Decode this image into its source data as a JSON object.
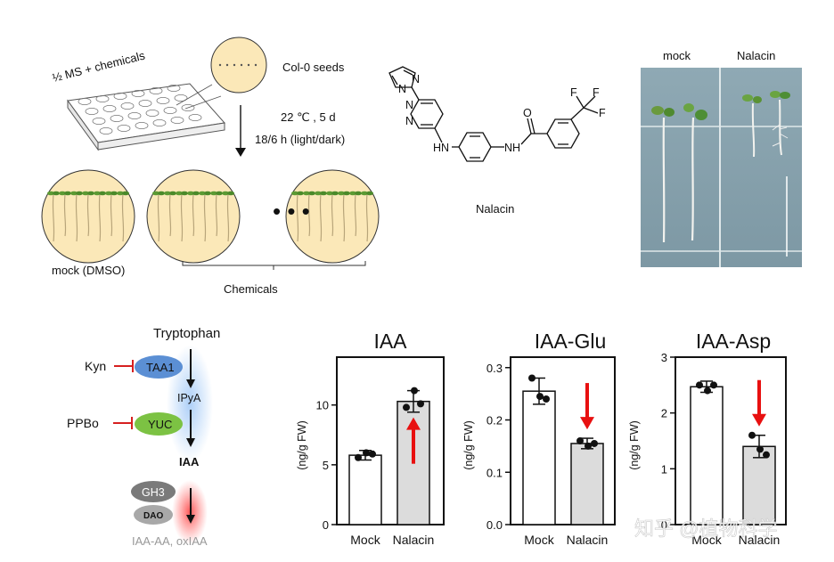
{
  "screening": {
    "plate_label": "½ MS + chemicals",
    "seed_label": "Col-0 seeds",
    "condition_temp": "22 ℃ , 5 d",
    "condition_light": "18/6 h (light/dark)",
    "ellipsis": "• • •",
    "mock_label": "mock (DMSO)",
    "chemicals_label": "Chemicals"
  },
  "molecule": {
    "name": "Nalacin",
    "atoms": [
      "N",
      "N",
      "N",
      "N",
      "HN",
      "NH",
      "O",
      "F",
      "F",
      "F"
    ]
  },
  "photo": {
    "mock_label": "mock",
    "treated_label": "Nalacin"
  },
  "pathway": {
    "top": "Tryptophan",
    "enzyme1": "TAA1",
    "inhibitor1": "Kyn",
    "intermediate": "IPyA",
    "enzyme2": "YUC",
    "inhibitor2": "PPBo",
    "product": "IAA",
    "enzyme3": "GH3",
    "enzyme4": "DAO",
    "end_products": "IAA-AA, oxIAA"
  },
  "chart_data": [
    {
      "type": "bar",
      "title": "IAA",
      "ylabel": "(ng/g FW)",
      "categories": [
        "Mock",
        "Nalacin"
      ],
      "values": [
        5.8,
        10.3
      ],
      "errors": [
        0.4,
        0.9
      ],
      "points": [
        [
          5.6,
          6.0,
          5.9
        ],
        [
          9.8,
          11.2,
          10.1
        ]
      ],
      "ylim": [
        0,
        14
      ],
      "yticks": [
        "0",
        "5",
        "10"
      ],
      "ytick_values": [
        0,
        5,
        10
      ],
      "bar_fills": [
        "#ffffff",
        "#dcdcdc"
      ],
      "arrow": "up"
    },
    {
      "type": "bar",
      "title": "IAA-Glu",
      "ylabel": "(ng/g FW)",
      "categories": [
        "Mock",
        "Nalacin"
      ],
      "values": [
        0.255,
        0.155
      ],
      "errors": [
        0.025,
        0.01
      ],
      "points": [
        [
          0.28,
          0.245,
          0.24
        ],
        [
          0.16,
          0.15,
          0.155
        ]
      ],
      "ylim": [
        0,
        0.32
      ],
      "yticks": [
        "0.0",
        "0.1",
        "0.2",
        "0.3"
      ],
      "ytick_values": [
        0,
        0.1,
        0.2,
        0.3
      ],
      "bar_fills": [
        "#ffffff",
        "#dcdcdc"
      ],
      "arrow": "down"
    },
    {
      "type": "bar",
      "title": "IAA-Asp",
      "ylabel": "(ng/g FW)",
      "categories": [
        "Mock",
        "Nalacin"
      ],
      "values": [
        2.47,
        1.4
      ],
      "errors": [
        0.1,
        0.2
      ],
      "points": [
        [
          2.5,
          2.4,
          2.5
        ],
        [
          1.6,
          1.35,
          1.25
        ]
      ],
      "ylim": [
        0,
        3
      ],
      "yticks": [
        "0",
        "1",
        "2",
        "3"
      ],
      "ytick_values": [
        0,
        1,
        2,
        3
      ],
      "bar_fills": [
        "#ffffff",
        "#dcdcdc"
      ],
      "arrow": "down"
    }
  ],
  "watermark": "知乎 @植物科学",
  "colors": {
    "petri": "#fbe8b8",
    "taa1": "#5b8fd4",
    "yuc": "#7cc243",
    "gh3": "#7a7a7a",
    "inhibit": "#d62020",
    "arrow_red": "#e81010"
  }
}
